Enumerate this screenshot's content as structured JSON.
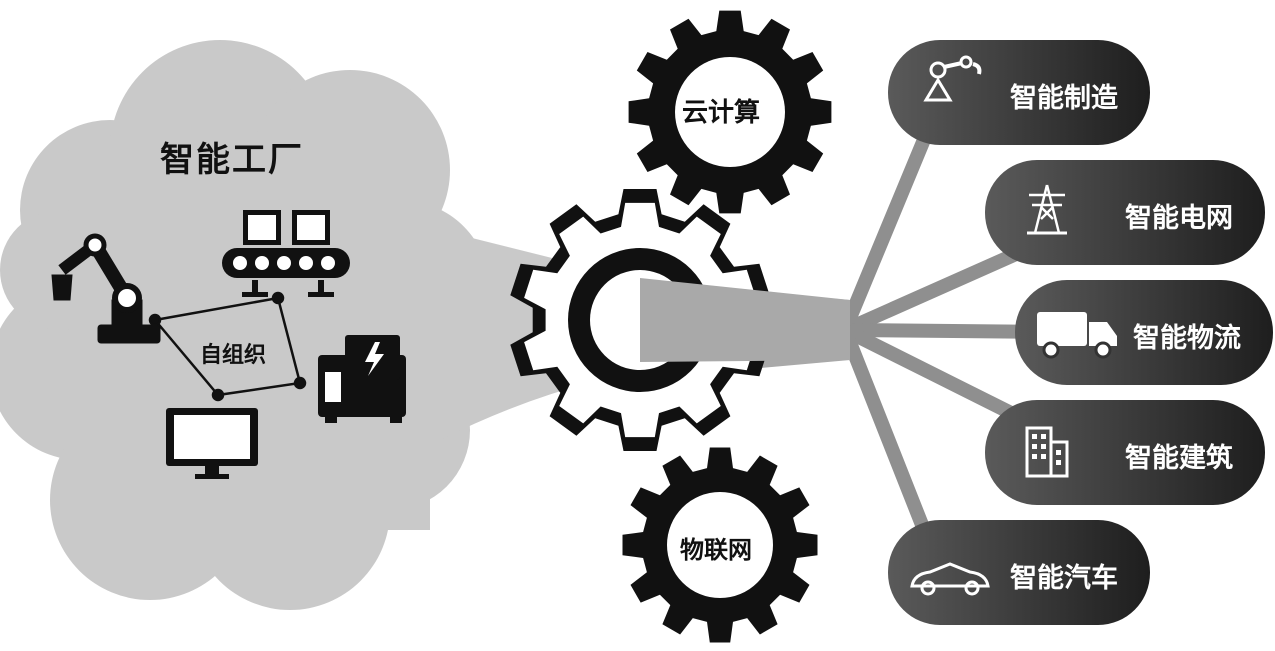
{
  "factory": {
    "title": "智能工厂",
    "network_label": "自组织"
  },
  "gears": {
    "top": "云计算",
    "bottom": "物联网"
  },
  "applications": [
    {
      "label": "智能制造",
      "icon": "robot-arm-icon"
    },
    {
      "label": "智能电网",
      "icon": "power-tower-icon"
    },
    {
      "label": "智能物流",
      "icon": "truck-icon"
    },
    {
      "label": "智能建筑",
      "icon": "building-icon"
    },
    {
      "label": "智能汽车",
      "icon": "car-icon"
    }
  ],
  "colors": {
    "cloud": "#c9c9c9",
    "band": "#a9a9a9",
    "pill_light": "#5a5a5a",
    "pill_dark": "#1e1e1e",
    "gear": "#111111"
  }
}
